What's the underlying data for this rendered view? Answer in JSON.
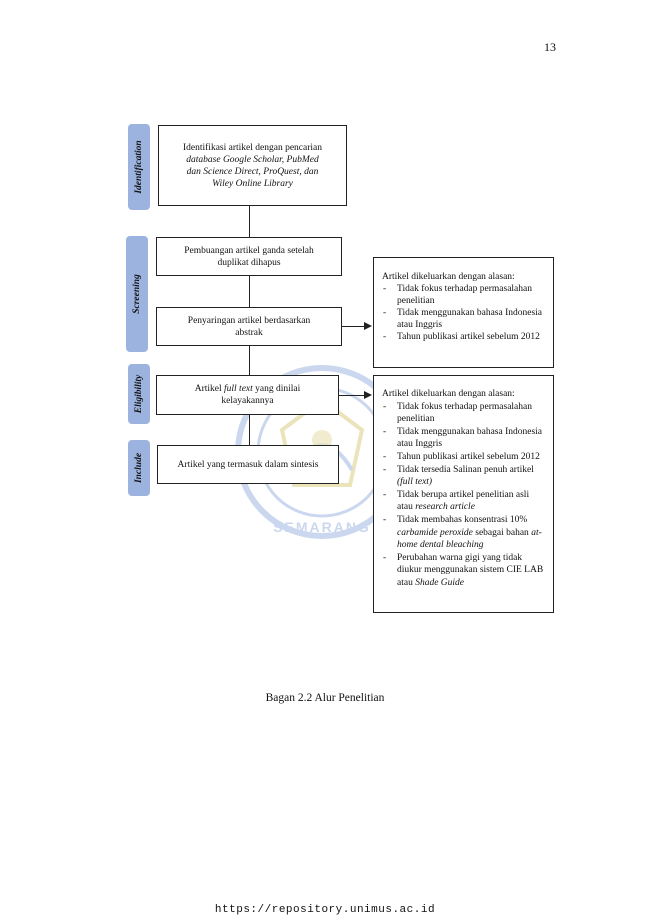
{
  "page_number": "13",
  "stages": [
    {
      "label": "Identification"
    },
    {
      "label": "Screening"
    },
    {
      "label": "Eligibility"
    },
    {
      "label": "Include"
    }
  ],
  "boxes": {
    "identification": {
      "line1": "Identifikasi artikel dengan pencarian",
      "line2": "database Google Scholar, PubMed",
      "line3": "dan Science  Direct, ProQuest, dan",
      "line4": "Wiley Online Library"
    },
    "duplicates": "Pembuangan artikel ganda setelah duplikat dihapus",
    "abstract": "Penyaringan artikel berdasarkan abstrak",
    "eligibility": {
      "prefix": "Artikel",
      "italic": "full text",
      "suffix": "yang dinilai kelayakannya"
    },
    "include": "Artikel yang termasuk dalam sintesis"
  },
  "exclusion1": {
    "title": "Artikel dikeluarkan dengan alasan:",
    "items": [
      "Tidak fokus terhadap permasalahan penelitian",
      "Tidak menggunakan bahasa Indonesia atau Inggris",
      "Tahun publikasi artikel sebelum 2012"
    ]
  },
  "exclusion2": {
    "title": "Artikel dikeluarkan dengan alasan:",
    "item1": "Tidak fokus terhadap permasalahan penelitian",
    "item2": "Tidak menggunakan bahasa Indonesia atau Inggris",
    "item3": "Tahun publikasi artikel sebelum 2012",
    "item4_a": "Tidak tersedia Salinan penuh artikel",
    "item4_b": "(full text)",
    "item5_a": "Tidak  berupa artikel penelitian asli atau",
    "item5_b": "research article",
    "item6_a": "Tidak membahas konsentrasi 10%",
    "item6_b": "carbamide peroxide",
    "item6_c": "sebagai bahan",
    "item6_d": "at-home dental bleaching",
    "item7_a": "Perubahan warna gigi yang  tidak diukur menggunakan sistem CIE LAB atau",
    "item7_b": "Shade Guide"
  },
  "watermark": {
    "text": "SEMARANG"
  },
  "caption": "Bagan 2.2 Alur Penelitian",
  "footer_url": "https://repository.unimus.ac.id"
}
